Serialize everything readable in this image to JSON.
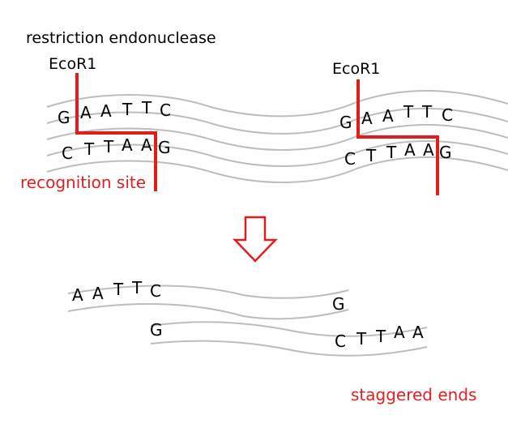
{
  "labels": {
    "title": "restriction endonuclease",
    "enzyme_left": "EcoR1",
    "enzyme_right": "EcoR1",
    "recognition_site": "recognition site",
    "staggered_ends": "staggered ends"
  },
  "sequences": {
    "left_top": [
      "G",
      "A",
      "A",
      "T",
      "T",
      "C"
    ],
    "left_bottom": [
      "C",
      "T",
      "T",
      "A",
      "A",
      "G"
    ],
    "right_top": [
      "G",
      "A",
      "A",
      "T",
      "T",
      "C"
    ],
    "right_bottom": [
      "C",
      "T",
      "T",
      "A",
      "A",
      "G"
    ],
    "cut_fragment_top_left": [
      "A",
      "A",
      "T",
      "T",
      "C"
    ],
    "cut_fragment_top_right": [
      "G"
    ],
    "cut_fragment_bottom_left": [
      "G"
    ],
    "cut_fragment_bottom_right": [
      "C",
      "T",
      "T",
      "A",
      "A"
    ]
  },
  "colors": {
    "cut_line": "#e31b1b",
    "label_red": "#e02020",
    "strand": "#bdbdbd",
    "arrow": "#e31b1b"
  },
  "icons": {
    "arrow": "down-arrow-icon"
  }
}
